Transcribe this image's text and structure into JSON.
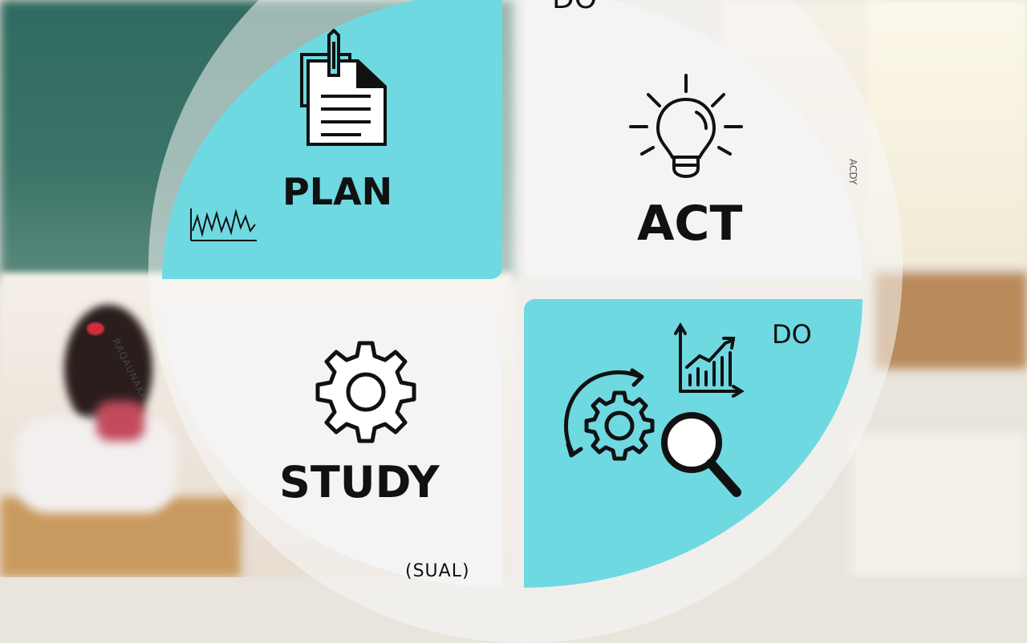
{
  "quadrants": {
    "plan": {
      "label": "PLAN",
      "icon": "document-icon",
      "color": "#6fd9e2"
    },
    "act": {
      "label": "ACT",
      "icon": "lightbulb-icon",
      "color": "#f4f4f4"
    },
    "study": {
      "label": "STUDY",
      "icon": "gear-icon",
      "color": "#f4f4f4"
    },
    "do": {
      "label": "DO",
      "icon": "gear-magnifier-chart-icon",
      "color": "#6fd9e2"
    }
  },
  "fragments": {
    "do_top": "DO",
    "sual_bottom": "(SUAL)",
    "act_side": "ACDY",
    "study_side": "RAQAUNAKI"
  }
}
